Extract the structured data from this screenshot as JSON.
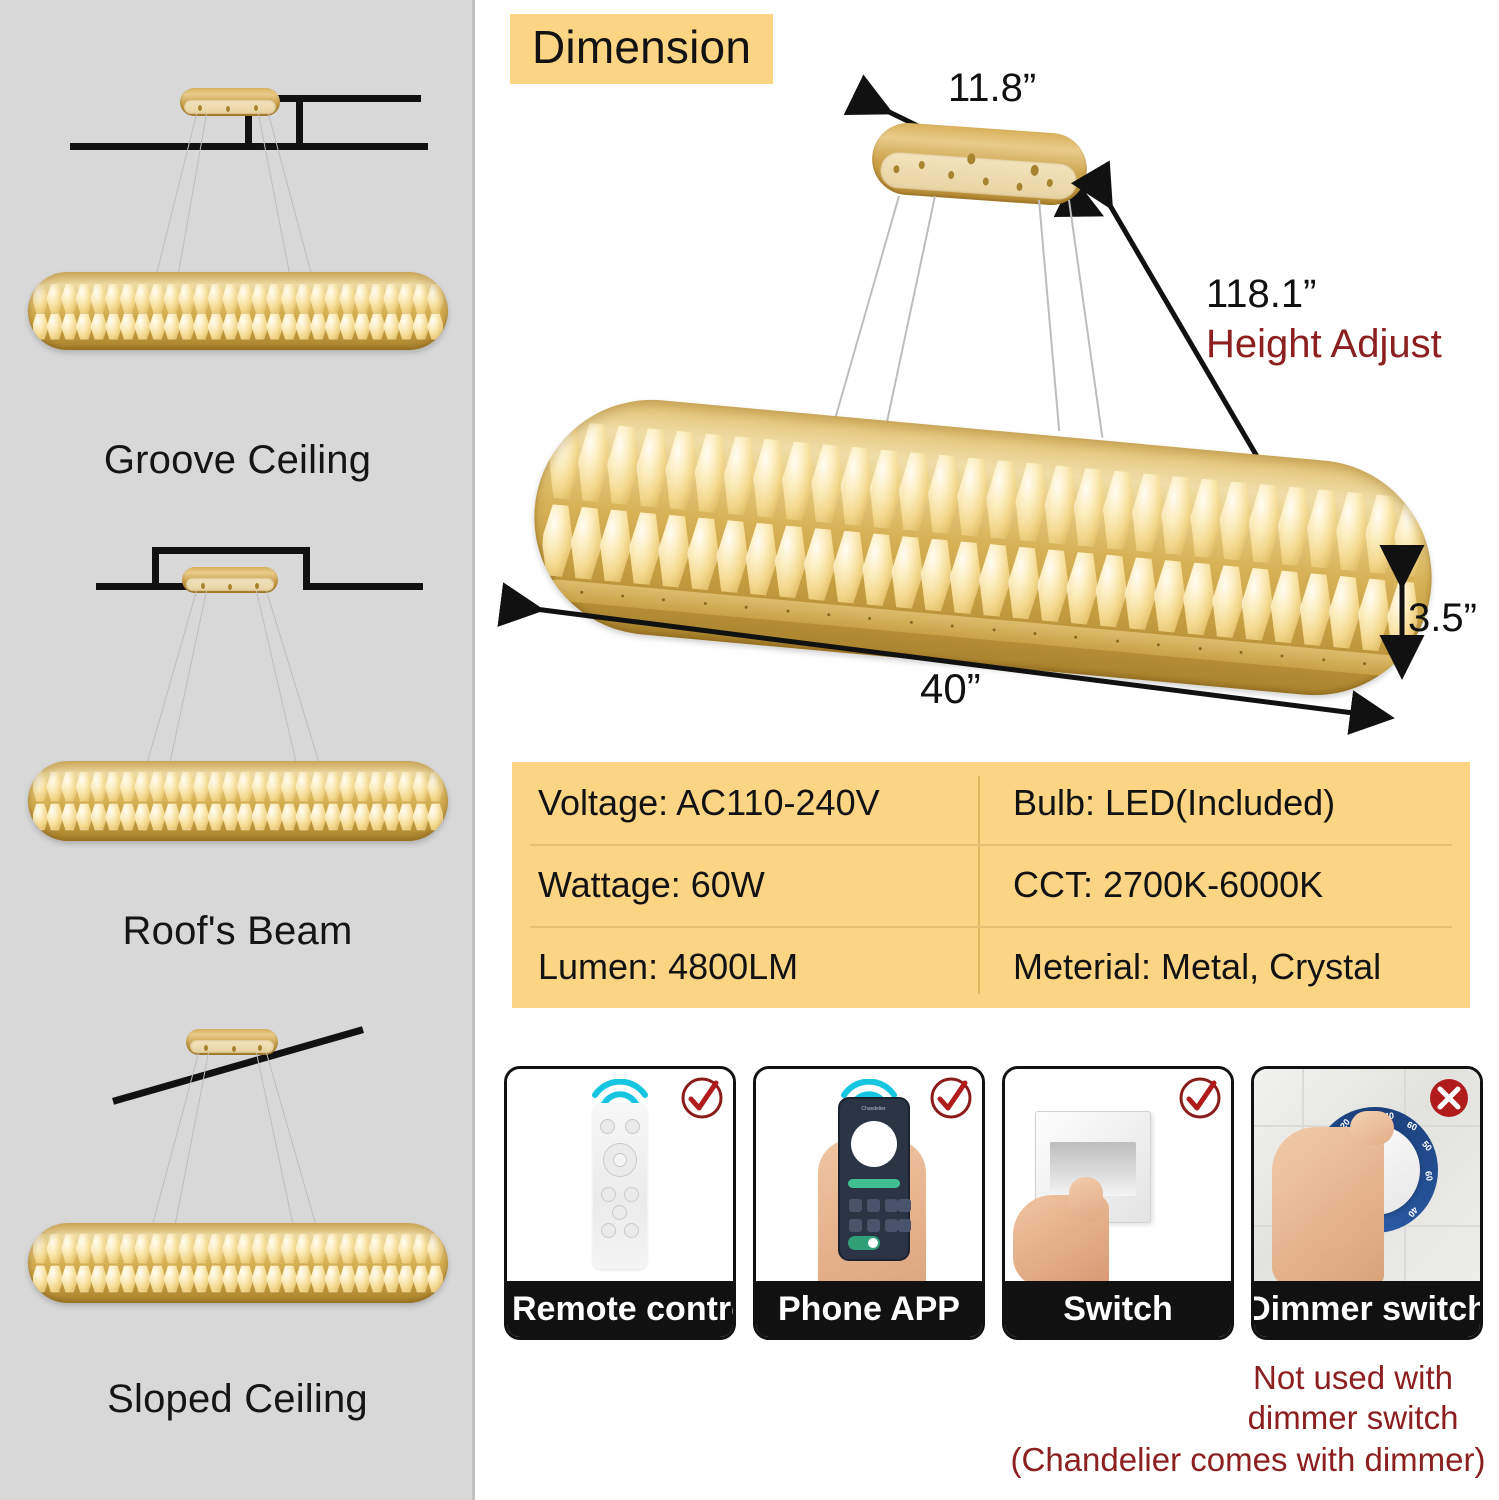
{
  "sidebar": {
    "mounts": [
      {
        "id": "groove-ceiling",
        "label": "Groove Ceiling"
      },
      {
        "id": "roofs-beam",
        "label": "Roof's Beam"
      },
      {
        "id": "sloped-ceiling",
        "label": "Sloped Ceiling"
      }
    ]
  },
  "dimension": {
    "title": "Dimension",
    "width_top": "11.8”",
    "height_adjust_value": "118.1”",
    "height_adjust_label": "Height Adjust",
    "thickness": "3.5”",
    "length": "40”"
  },
  "spec": {
    "rows": [
      {
        "left": "Voltage: AC110-240V",
        "right": "Bulb: LED(Included)"
      },
      {
        "left": "Wattage: 60W",
        "right": "CCT: 2700K-6000K"
      },
      {
        "left": "Lumen: 4800LM",
        "right": "Meterial: Metal, Crystal"
      }
    ]
  },
  "controls": {
    "items": [
      {
        "id": "remote-control",
        "label": "Remote control",
        "badge": "check-mark-icon",
        "wifi": true
      },
      {
        "id": "phone-app",
        "label": "Phone APP",
        "badge": "check-mark-icon",
        "wifi": true
      },
      {
        "id": "switch",
        "label": "Switch",
        "badge": "check-mark-icon",
        "wifi": false
      },
      {
        "id": "dimmer-switch",
        "label": "Dimmer switch",
        "badge": "cross-mark-icon",
        "wifi": false
      }
    ],
    "phone_app_title": "Chandelier",
    "dimmer_numbers": [
      "20",
      "30",
      "40",
      "60",
      "50",
      "60",
      "30",
      "40"
    ]
  },
  "notes": {
    "line1": "Not used with",
    "line2": "dimmer switch",
    "line3": "(Chandelier comes with dimmer)"
  },
  "colors": {
    "accent_yellow": "#fbd484",
    "dark_red": "#8c2020",
    "sidebar_gray": "#d8d8d8",
    "gold": "#d7b257",
    "black": "#111111",
    "wifi_cyan": "#16c6e0"
  }
}
